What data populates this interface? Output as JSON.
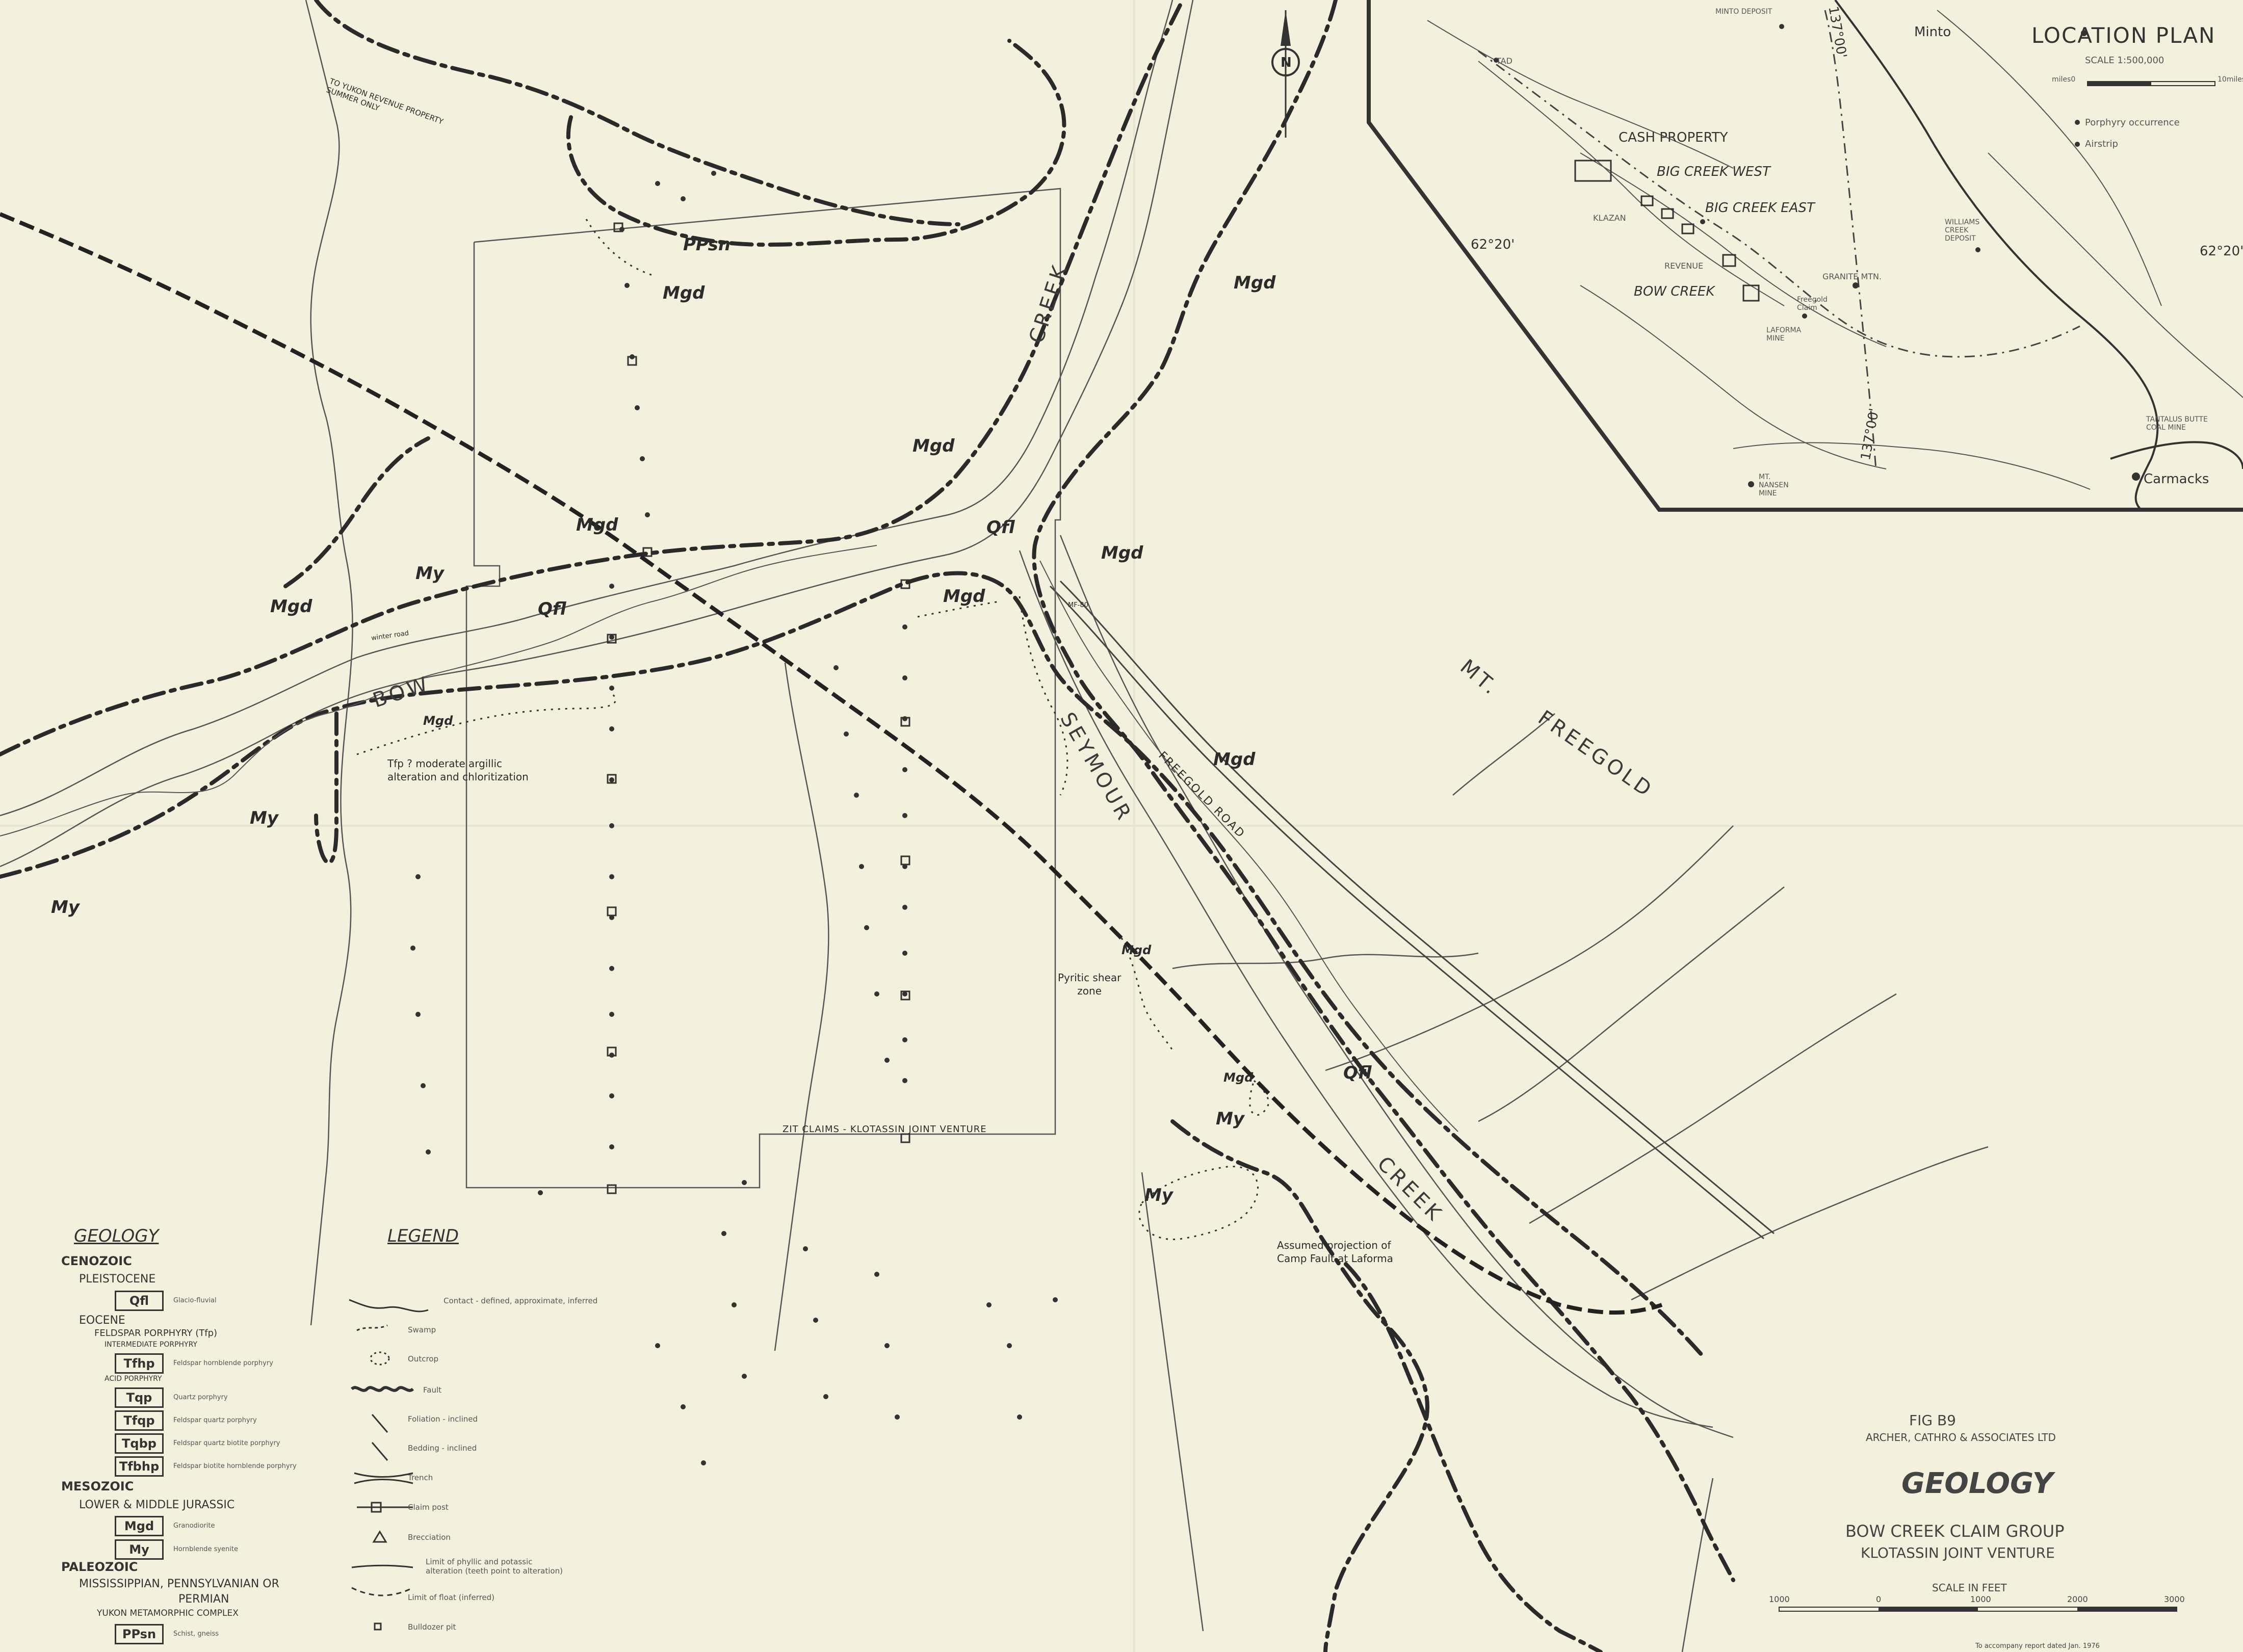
{
  "map": {
    "north": "N",
    "labels": {
      "road_note": "TO YUKON REVENUE PROPERTY SUMMER ONLY",
      "winter_road": "winter road",
      "fault_sym": "MF-80",
      "place_bow": "BOW",
      "place_creek_upper": "CREEK",
      "place_seymour": "SEYMOUR",
      "place_creek_lower": "CREEK",
      "freegold_road": "FREEGOLD ROAD",
      "mt": "MT.",
      "freegold": "FREEGOLD",
      "claim_boundary": "ZIT CLAIMS - KLOTASSIN JOINT VENTURE",
      "tfp_note_1": "Tfp ? moderate argillic",
      "tfp_note_2": "alteration and chloritization",
      "pyritic_1": "Pyritic shear",
      "pyritic_2": "zone",
      "assumed_1": "Assumed projection of",
      "assumed_2": "Camp Fault at Laforma"
    },
    "units": {
      "ppsn": "PPsn",
      "mgd_1": "Mgd",
      "mgd_2": "Mgd",
      "mgd_3": "Mgd",
      "mgd_4": "Mgd",
      "mgd_5": "Mgd",
      "mgd_6": "Mgd",
      "mgd_7": "Mgd",
      "mgd_8": "Mgd",
      "mgd_9": "Mgd",
      "mgd_10": "Mgd",
      "my_1": "My",
      "my_2": "My",
      "my_3": "My",
      "my_4": "My",
      "my_5": "My",
      "qfl_1": "Qfl",
      "qfl_2": "Qfl",
      "qfl_3": "Qfl"
    }
  },
  "inset": {
    "title": "LOCATION PLAN",
    "scale": "SCALE 1:500,000",
    "scale_left": "miles0",
    "scale_right": "10miles",
    "legend_porphyry": "Porphyry occurrence",
    "legend_airstrip": "Airstrip",
    "lat_left": "62°20'",
    "lat_right": "62°20'",
    "long_top": "137°00'",
    "long_bottom": "137°00'",
    "places": {
      "minto": "Minto",
      "minto_deposit": "MINTO DEPOSIT",
      "tad": "TAD",
      "cash": "CASH PROPERTY",
      "big_creek_west": "BIG CREEK WEST",
      "big_creek_east": "BIG CREEK EAST",
      "klazan": "KLAZAN",
      "revenue": "REVENUE",
      "bow_creek": "BOW CREEK",
      "granite": "GRANITE MTN.",
      "williams": "WILLIAMS CREEK DEPOSIT",
      "laforma": "LAFORMA MINE",
      "nansen": "MT. NANSEN MINE",
      "tantalus": "TANTALUS BUTTE COAL MINE",
      "carmacks": "Carmacks",
      "freegold_claim": "Freegold Claim"
    }
  },
  "geology": {
    "title": "GEOLOGY",
    "cenozoic": "CENOZOIC",
    "pleistocene": "PLEISTOCENE",
    "eocene": "EOCENE",
    "feldspar": "FELDSPAR PORPHYRY (Tfp)",
    "intermediate": "INTERMEDIATE PORPHYRY",
    "acid": "ACID PORPHYRY",
    "mesozoic": "MESOZOIC",
    "jurassic": "LOWER & MIDDLE JURASSIC",
    "paleozoic": "PALEOZOIC",
    "mississippian": "MISSISSIPPIAN, PENNSYLVANIAN OR",
    "permian": "PERMIAN",
    "yukon": "YUKON METAMORPHIC COMPLEX",
    "units": [
      {
        "code": "Qfl",
        "desc": "Glacio-fluvial"
      },
      {
        "code": "Tfhp",
        "desc": "Feldspar hornblende porphyry"
      },
      {
        "code": "Tqp",
        "desc": "Quartz porphyry"
      },
      {
        "code": "Tfqp",
        "desc": "Feldspar quartz porphyry"
      },
      {
        "code": "Tqbp",
        "desc": "Feldspar quartz biotite porphyry"
      },
      {
        "code": "Tfbhp",
        "desc": "Feldspar biotite hornblende porphyry"
      },
      {
        "code": "Mgd",
        "desc": "Granodiorite"
      },
      {
        "code": "My",
        "desc": "Hornblende syenite"
      },
      {
        "code": "PPsn",
        "desc": "Schist, gneiss"
      }
    ]
  },
  "legend": {
    "title": "LEGEND",
    "items": [
      "Contact - defined, approximate, inferred",
      "Swamp",
      "Outcrop",
      "Fault",
      "Foliation - inclined",
      "Bedding - inclined",
      "Trench",
      "Claim post",
      "Brecciation",
      "Limit of phyllic and potassic alteration (teeth point to alteration)",
      "Limit of float (inferred)",
      "Bulldozer pit"
    ]
  },
  "title_block": {
    "fig": "FIG B9",
    "company": "ARCHER, CATHRO & ASSOCIATES LTD",
    "title": "GEOLOGY",
    "subtitle": "BOW CREEK CLAIM GROUP",
    "sub2": "KLOTASSIN JOINT VENTURE",
    "scale_label": "SCALE IN FEET",
    "scale_ticks": [
      "1000",
      "0",
      "1000",
      "2000",
      "3000"
    ],
    "report_note": "To accompany report dated Jan. 1976"
  }
}
